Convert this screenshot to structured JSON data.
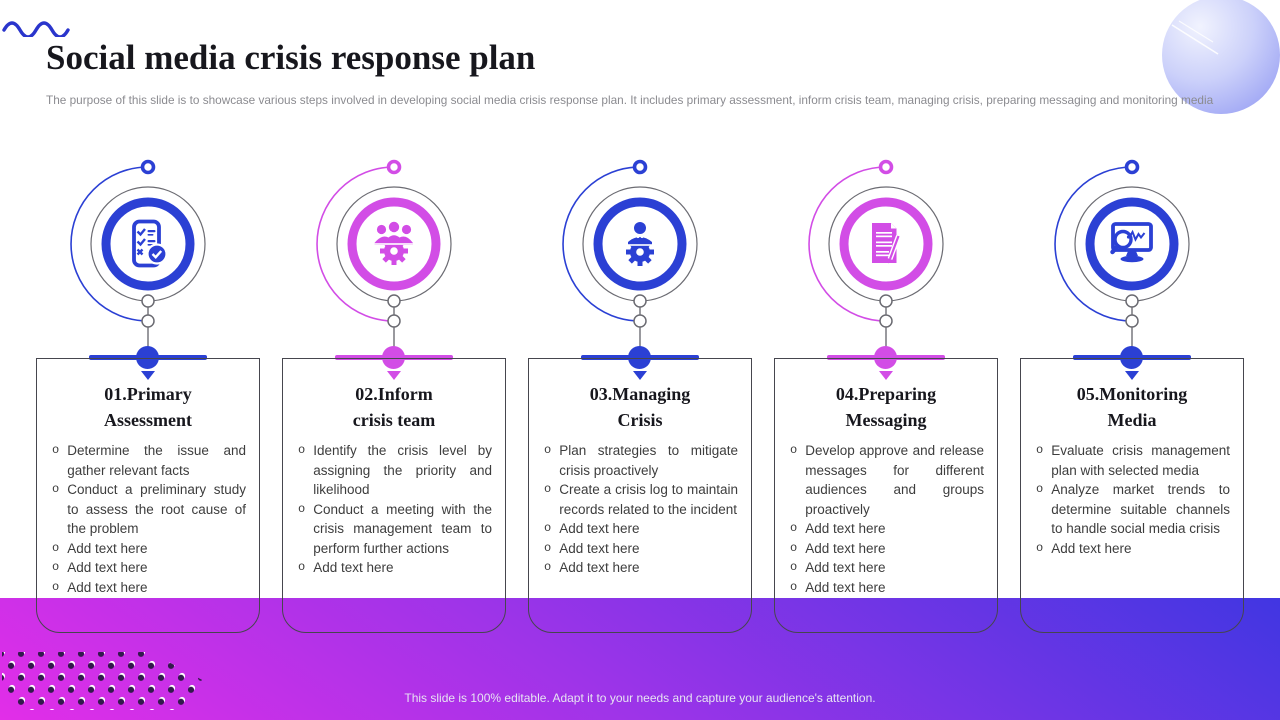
{
  "slide": {
    "title": "Social media crisis response plan",
    "subtitle": "The purpose of this slide is to showcase various steps involved in developing social media crisis response plan. It includes primary assessment, inform crisis team, managing crisis, preparing messaging and monitoring media",
    "footer": "This slide is 100% editable. Adapt it to your needs and capture your audience's attention."
  },
  "colors": {
    "accent_blue": "#2b40d4",
    "accent_pink": "#d24de6",
    "band_magenta": "#e22ee8",
    "band_purple": "#9c34e8",
    "band_blue": "#4136e2",
    "sphere_light": "#f1f3fe",
    "sphere_dark": "#8d95f2",
    "title_text": "#17171d",
    "body_text": "#3d3d3d",
    "subtitle_text": "#8b8b90"
  },
  "steps": [
    {
      "number": "01",
      "title": "01.Primary\nAssessment",
      "accent": "blue",
      "icon": "phone-checklist-icon",
      "bullets": [
        "Determine the issue and gather relevant facts",
        "Conduct a preliminary study to assess the root cause of the problem",
        "Add text here",
        "Add text here",
        "Add text here"
      ]
    },
    {
      "number": "02",
      "title": "02.Inform\ncrisis team",
      "accent": "pink",
      "icon": "team-gear-icon",
      "bullets": [
        "Identify the crisis level by assigning the priority and likelihood",
        "Conduct a meeting with the crisis management team to perform further actions",
        "Add text here"
      ]
    },
    {
      "number": "03",
      "title": "03.Managing\nCrisis",
      "accent": "blue",
      "icon": "manager-gear-icon",
      "bullets": [
        "Plan strategies to mitigate crisis proactively",
        "Create a crisis log to maintain records related to the incident",
        "Add text here",
        "Add text here",
        "Add text here"
      ]
    },
    {
      "number": "04",
      "title": "04.Preparing\nMessaging",
      "accent": "pink",
      "icon": "document-pen-icon",
      "bullets": [
        "Develop approve and release messages for different audiences and groups proactively",
        "Add text here",
        "Add text here",
        "Add text here",
        "Add text here"
      ]
    },
    {
      "number": "05",
      "title": "05.Monitoring\nMedia",
      "accent": "blue",
      "icon": "media-monitoring-icon",
      "bullets": [
        "Evaluate crisis management plan with selected media",
        "Analyze market trends to determine suitable channels to handle social media crisis",
        "Add text here"
      ]
    }
  ]
}
